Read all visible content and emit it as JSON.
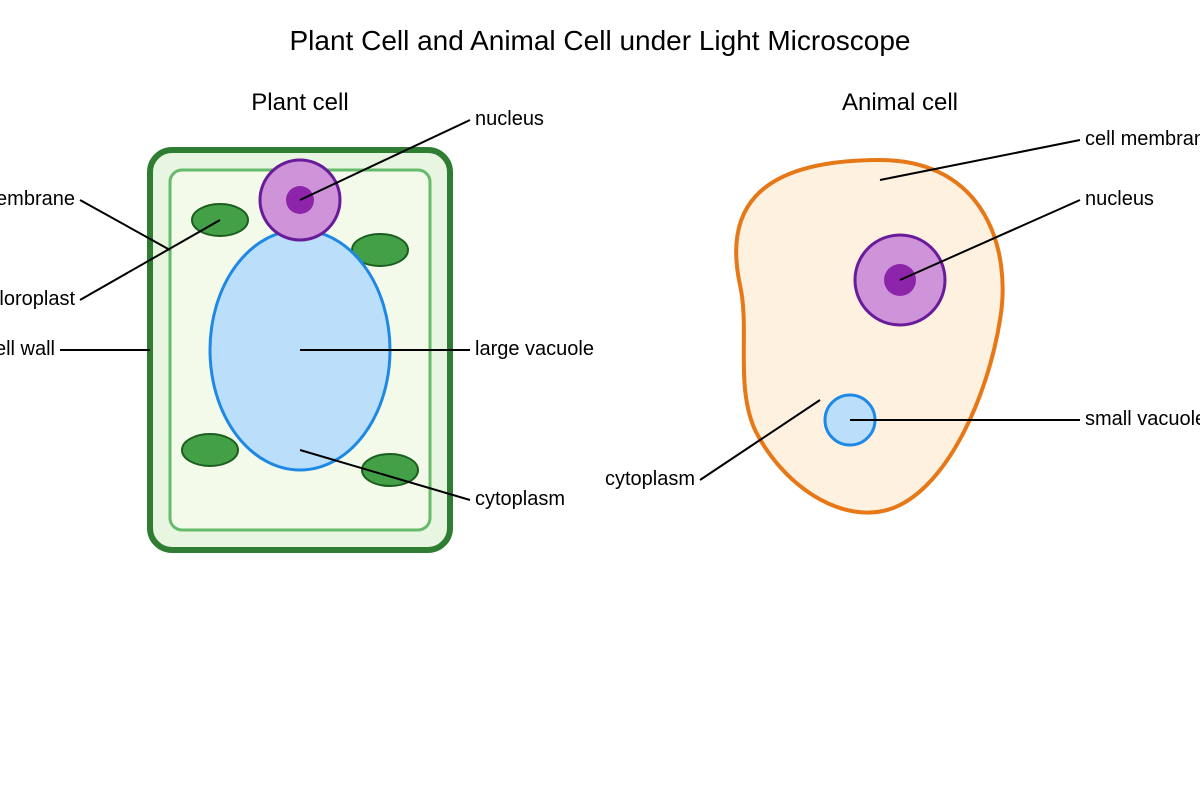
{
  "title": "Plant Cell and Animal Cell under Light Microscope",
  "plant": {
    "heading": "Plant cell",
    "labels": {
      "nucleus": "nucleus",
      "cell_membrane": "cell membrane",
      "chloroplast": "chloroplast",
      "cell_wall": "cell wall",
      "large_vacuole": "large vacuole",
      "cytoplasm": "cytoplasm"
    }
  },
  "animal": {
    "heading": "Animal cell",
    "labels": {
      "cell_membrane": "cell membrane",
      "nucleus": "nucleus",
      "small_vacuole": "small vacuole",
      "cytoplasm": "cytoplasm"
    }
  },
  "colors": {
    "cell_wall": "#2e7d32",
    "plant_cytoplasm_outer": "#e8f5e0",
    "plant_membrane": "#66bb6a",
    "plant_cytoplasm_inner": "#f3faea",
    "chloroplast_fill": "#43a047",
    "chloroplast_stroke": "#1b5e20",
    "vacuole_fill": "#bbdefb",
    "vacuole_stroke": "#1e88e5",
    "nucleus_fill": "#ce93d8",
    "nucleus_stroke": "#6a1b9a",
    "nucleolus_fill": "#8e24aa",
    "animal_cytoplasm_fill": "#fff1e0",
    "animal_membrane": "#e67817"
  }
}
